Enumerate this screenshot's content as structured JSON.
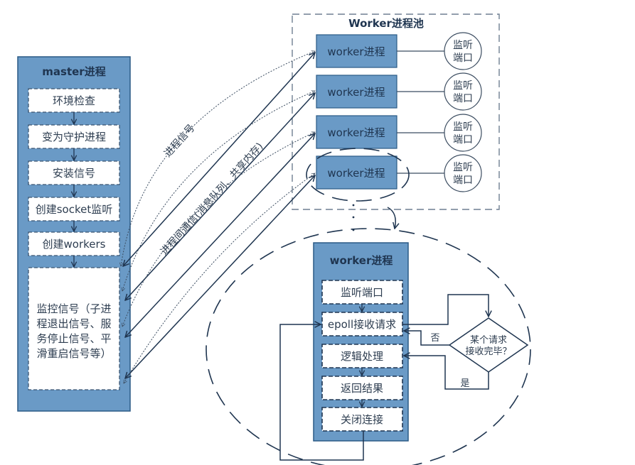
{
  "colors": {
    "panel_fill": "#6a9ac6",
    "panel_stroke": "#2b5a85",
    "line_dark": "#1f3550",
    "dashed_gray": "#6f7f92",
    "text_dark": "#2d3d50",
    "white": "#ffffff"
  },
  "master": {
    "title": "master进程",
    "steps": [
      "环境检查",
      "变为守护进程",
      "安装信号",
      "创建socket监听",
      "创建workers"
    ],
    "monitor_lines": [
      "监控信号（子进",
      "程退出信号、服",
      "务停止信号、平",
      "滑重启信号等）"
    ]
  },
  "connections": {
    "signal_label": "进程信号",
    "ipc_label": "进程间通信(消息队列、共享内存)"
  },
  "pool": {
    "title": "Worker进程池",
    "workers": [
      {
        "label": "worker进程",
        "port_line1": "监听",
        "port_line2": "端口"
      },
      {
        "label": "worker进程",
        "port_line1": "监听",
        "port_line2": "端口"
      },
      {
        "label": "worker进程",
        "port_line1": "监听",
        "port_line2": "端口"
      },
      {
        "label": "worker进程",
        "port_line1": "监听",
        "port_line2": "端口"
      }
    ]
  },
  "worker_detail": {
    "title": "worker进程",
    "steps": [
      "监听端口",
      "epoll接收请求",
      "逻辑处理",
      "返回结果",
      "关闭连接"
    ],
    "decision": {
      "line1": "某个请求",
      "line2": "接收完毕？",
      "no_label": "否",
      "yes_label": "是"
    }
  }
}
